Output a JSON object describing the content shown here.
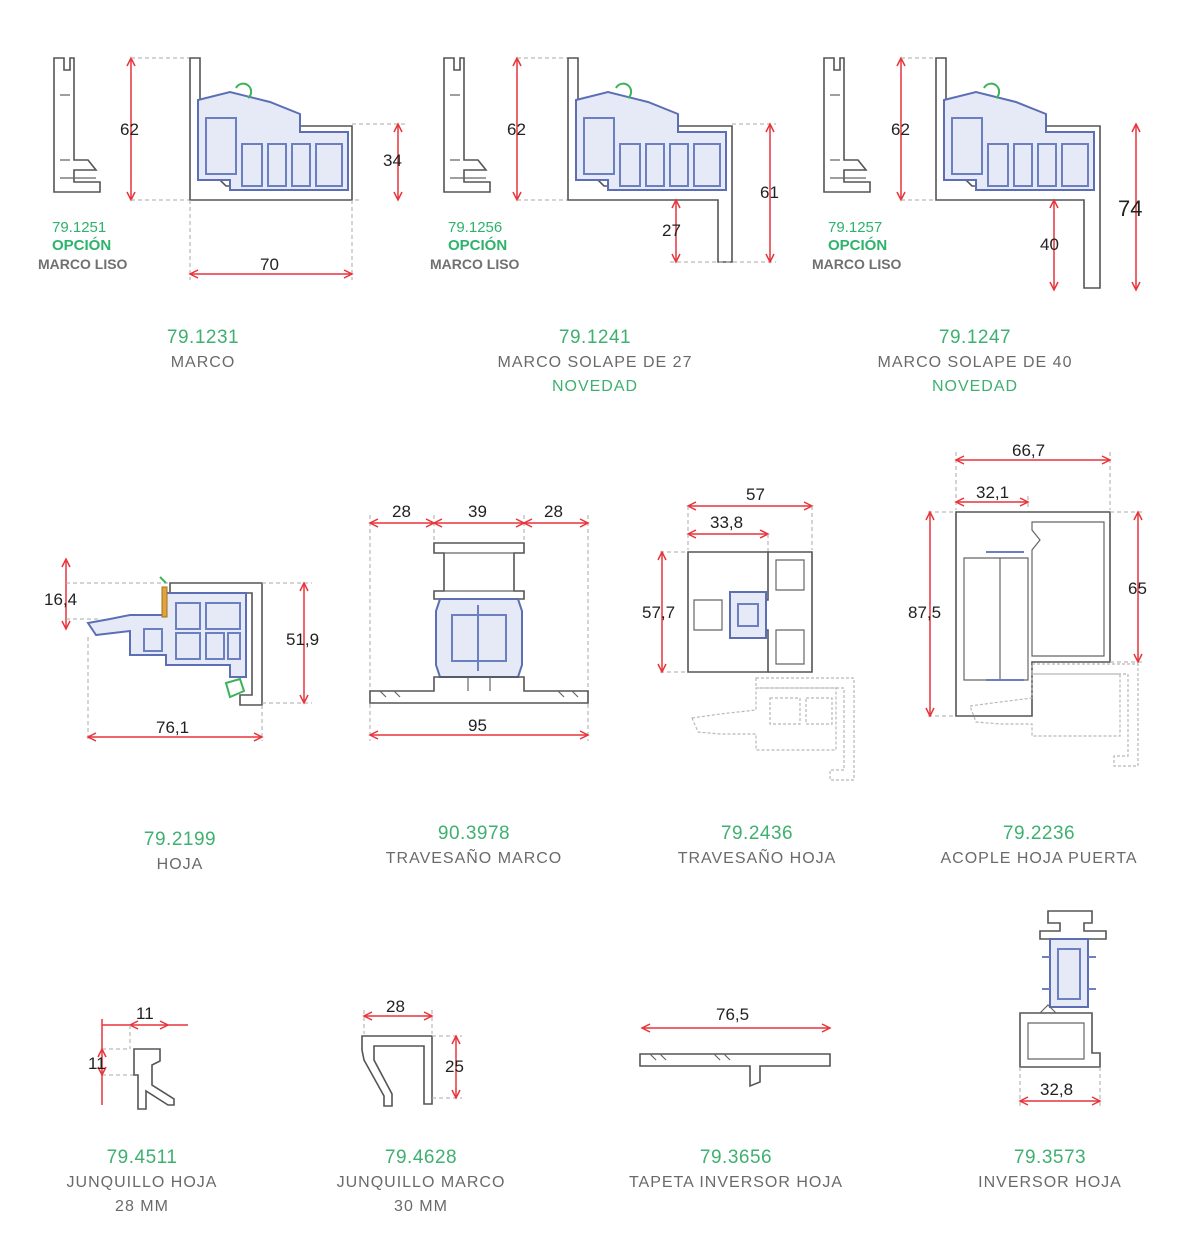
{
  "profiles": [
    {
      "code": "79.1231",
      "name": "MARCO",
      "novelty": "",
      "option": {
        "code": "79.1251",
        "label": "OPCIÓN",
        "sub": "MARCO LISO"
      },
      "dims": [
        "62",
        "34",
        "70"
      ]
    },
    {
      "code": "79.1241",
      "name": "MARCO SOLAPE DE 27",
      "novelty": "NOVEDAD",
      "option": {
        "code": "79.1256",
        "label": "OPCIÓN",
        "sub": "MARCO LISO"
      },
      "dims": [
        "62",
        "61",
        "27"
      ]
    },
    {
      "code": "79.1247",
      "name": "MARCO SOLAPE DE 40",
      "novelty": "NOVEDAD",
      "option": {
        "code": "79.1257",
        "label": "OPCIÓN",
        "sub": "MARCO LISO"
      },
      "dims": [
        "62",
        "74",
        "40"
      ]
    },
    {
      "code": "79.2199",
      "name": "HOJA",
      "dims": [
        "16,4",
        "51,9",
        "76,1"
      ]
    },
    {
      "code": "90.3978",
      "name": "TRAVESAÑO MARCO",
      "dims": [
        "28",
        "39",
        "28",
        "95"
      ]
    },
    {
      "code": "79.2436",
      "name": "TRAVESAÑO HOJA",
      "dims": [
        "57",
        "33,8",
        "57,7"
      ]
    },
    {
      "code": "79.2236",
      "name": "ACOPLE HOJA PUERTA",
      "dims": [
        "66,7",
        "32,1",
        "87,5",
        "65"
      ]
    },
    {
      "code": "79.4511",
      "name": "JUNQUILLO HOJA",
      "name2": "28 MM",
      "dims": [
        "11",
        "11"
      ]
    },
    {
      "code": "79.4628",
      "name": "JUNQUILLO MARCO",
      "name2": "30 MM",
      "dims": [
        "28",
        "25"
      ]
    },
    {
      "code": "79.3656",
      "name": "TAPETA INVERSOR HOJA",
      "dims": [
        "76,5"
      ]
    },
    {
      "code": "79.3573",
      "name": "INVERSOR HOJA",
      "dims": [
        "32,8"
      ]
    }
  ]
}
